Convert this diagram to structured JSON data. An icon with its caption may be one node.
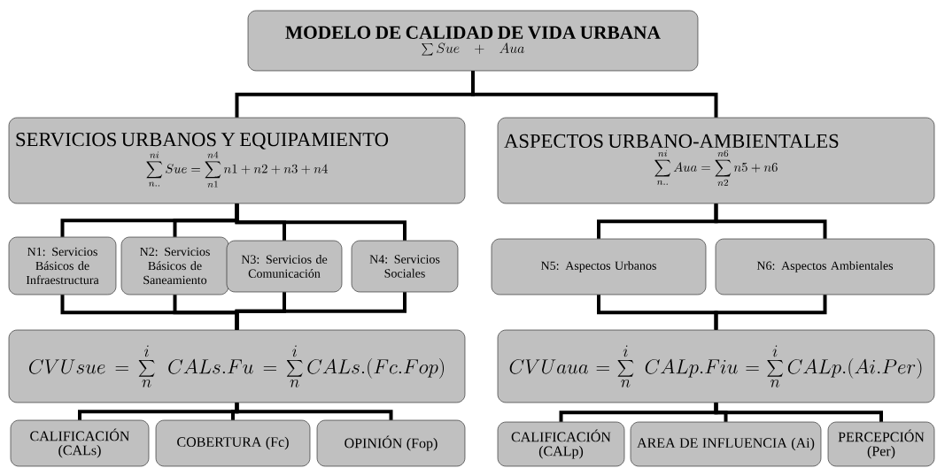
{
  "diagram": {
    "nodes": [
      {
        "text": [
          "MODELO DE CALIDAD DE VIDA URBANA",
          "\\sum Sue + Aua"
        ]
      },
      {
        "text": [
          "SERVICIOS URBANOS Y EQUIPAMIENTO",
          "\\sum_{n..}^{ni} Sue = \\sum_{n1}^{n4} n1 + n2 + n3 + n4"
        ]
      },
      {
        "text": [
          "ASPECTOS URBANO-AMBIENTALES",
          "\\sum_{n..}^{ni} Aua = \\sum_{n2}^{n6} n5 + n6"
        ]
      },
      {
        "text": [
          "N1: Servicios Básicos de Infraestructura"
        ]
      },
      {
        "text": [
          "N2: Servicios Básicos de Saneamiento"
        ]
      },
      {
        "text": [
          "N3: Servicios de Comunicación"
        ]
      },
      {
        "text": [
          "N4: Servicios Sociales"
        ]
      },
      {
        "text": [
          "N5: Aspectos Urbanos"
        ]
      },
      {
        "text": [
          "N6: Aspectos Ambientales"
        ]
      },
      {
        "text": [
          "CVUsue = \\sum_{n}^{i}\\; CALs.Fu = \\sum_{n}^{i} CALs.(Fc.Fop)"
        ]
      },
      {
        "text": [
          "CVUaua = \\sum_{n}^{i}\\; CALp.Fiu = \\sum_{n}^{i} CALp.(Ai.Per)"
        ]
      },
      {
        "text": [
          "CALIFICACIÓN (CALs)"
        ]
      },
      {
        "text": [
          "COBERTURA (Fc)"
        ]
      },
      {
        "text": [
          "OPINIÓN (Fop)"
        ]
      },
      {
        "text": [
          "CALIFICACIÓN (CALp)"
        ]
      },
      {
        "text": [
          "AREA DE INFLUENCIA (Ai)"
        ]
      },
      {
        "text": [
          "PERCEPCIÓN (Per)"
        ]
      }
    ],
    "edges": [
      {
        "from": 0,
        "to": 1,
        "arrow": "none"
      },
      {
        "from": 0,
        "to": 2,
        "arrow": "none"
      },
      {
        "from": 1,
        "to": 3,
        "arrow": "none"
      },
      {
        "from": 1,
        "to": 4,
        "arrow": "none"
      },
      {
        "from": 1,
        "to": 5,
        "arrow": "none"
      },
      {
        "from": 1,
        "to": 6,
        "arrow": "none"
      },
      {
        "from": 3,
        "to": 9,
        "arrow": "none"
      },
      {
        "from": 4,
        "to": 9,
        "arrow": "none"
      },
      {
        "from": 5,
        "to": 9,
        "arrow": "none"
      },
      {
        "from": 6,
        "to": 9,
        "arrow": "none"
      },
      {
        "from": 2,
        "to": 7,
        "arrow": "none"
      },
      {
        "from": 2,
        "to": 8,
        "arrow": "none"
      },
      {
        "from": 7,
        "to": 10,
        "arrow": "none"
      },
      {
        "from": 8,
        "to": 10,
        "arrow": "none"
      },
      {
        "from": 9,
        "to": 11,
        "arrow": "none"
      },
      {
        "from": 9,
        "to": 12,
        "arrow": "none"
      },
      {
        "from": 9,
        "to": 13,
        "arrow": "none"
      },
      {
        "from": 10,
        "to": 14,
        "arrow": "none"
      },
      {
        "from": 10,
        "to": 15,
        "arrow": "none"
      },
      {
        "from": 10,
        "to": 16,
        "arrow": "none"
      }
    ]
  }
}
